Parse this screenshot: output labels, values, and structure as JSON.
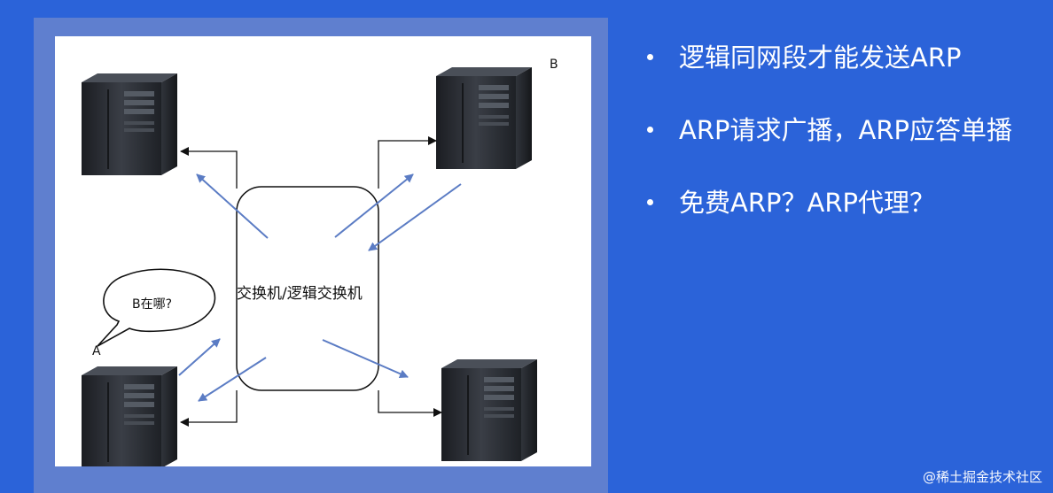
{
  "diagram": {
    "switch_label": "交换机/逻辑交换机",
    "speech_bubble": "B在哪?",
    "host_a_label": "A",
    "host_b_label": "B"
  },
  "bullets": [
    "逻辑同网段才能发送ARP",
    "ARP请求广播，ARP应答单播",
    "免费ARP？ARP代理？"
  ],
  "credit": "@稀土掘金技术社区",
  "colors": {
    "background": "#2b63d9",
    "frame": "#5f7fcf",
    "arrow_blue": "#5b7cc4",
    "server_dark": "#23262b"
  }
}
